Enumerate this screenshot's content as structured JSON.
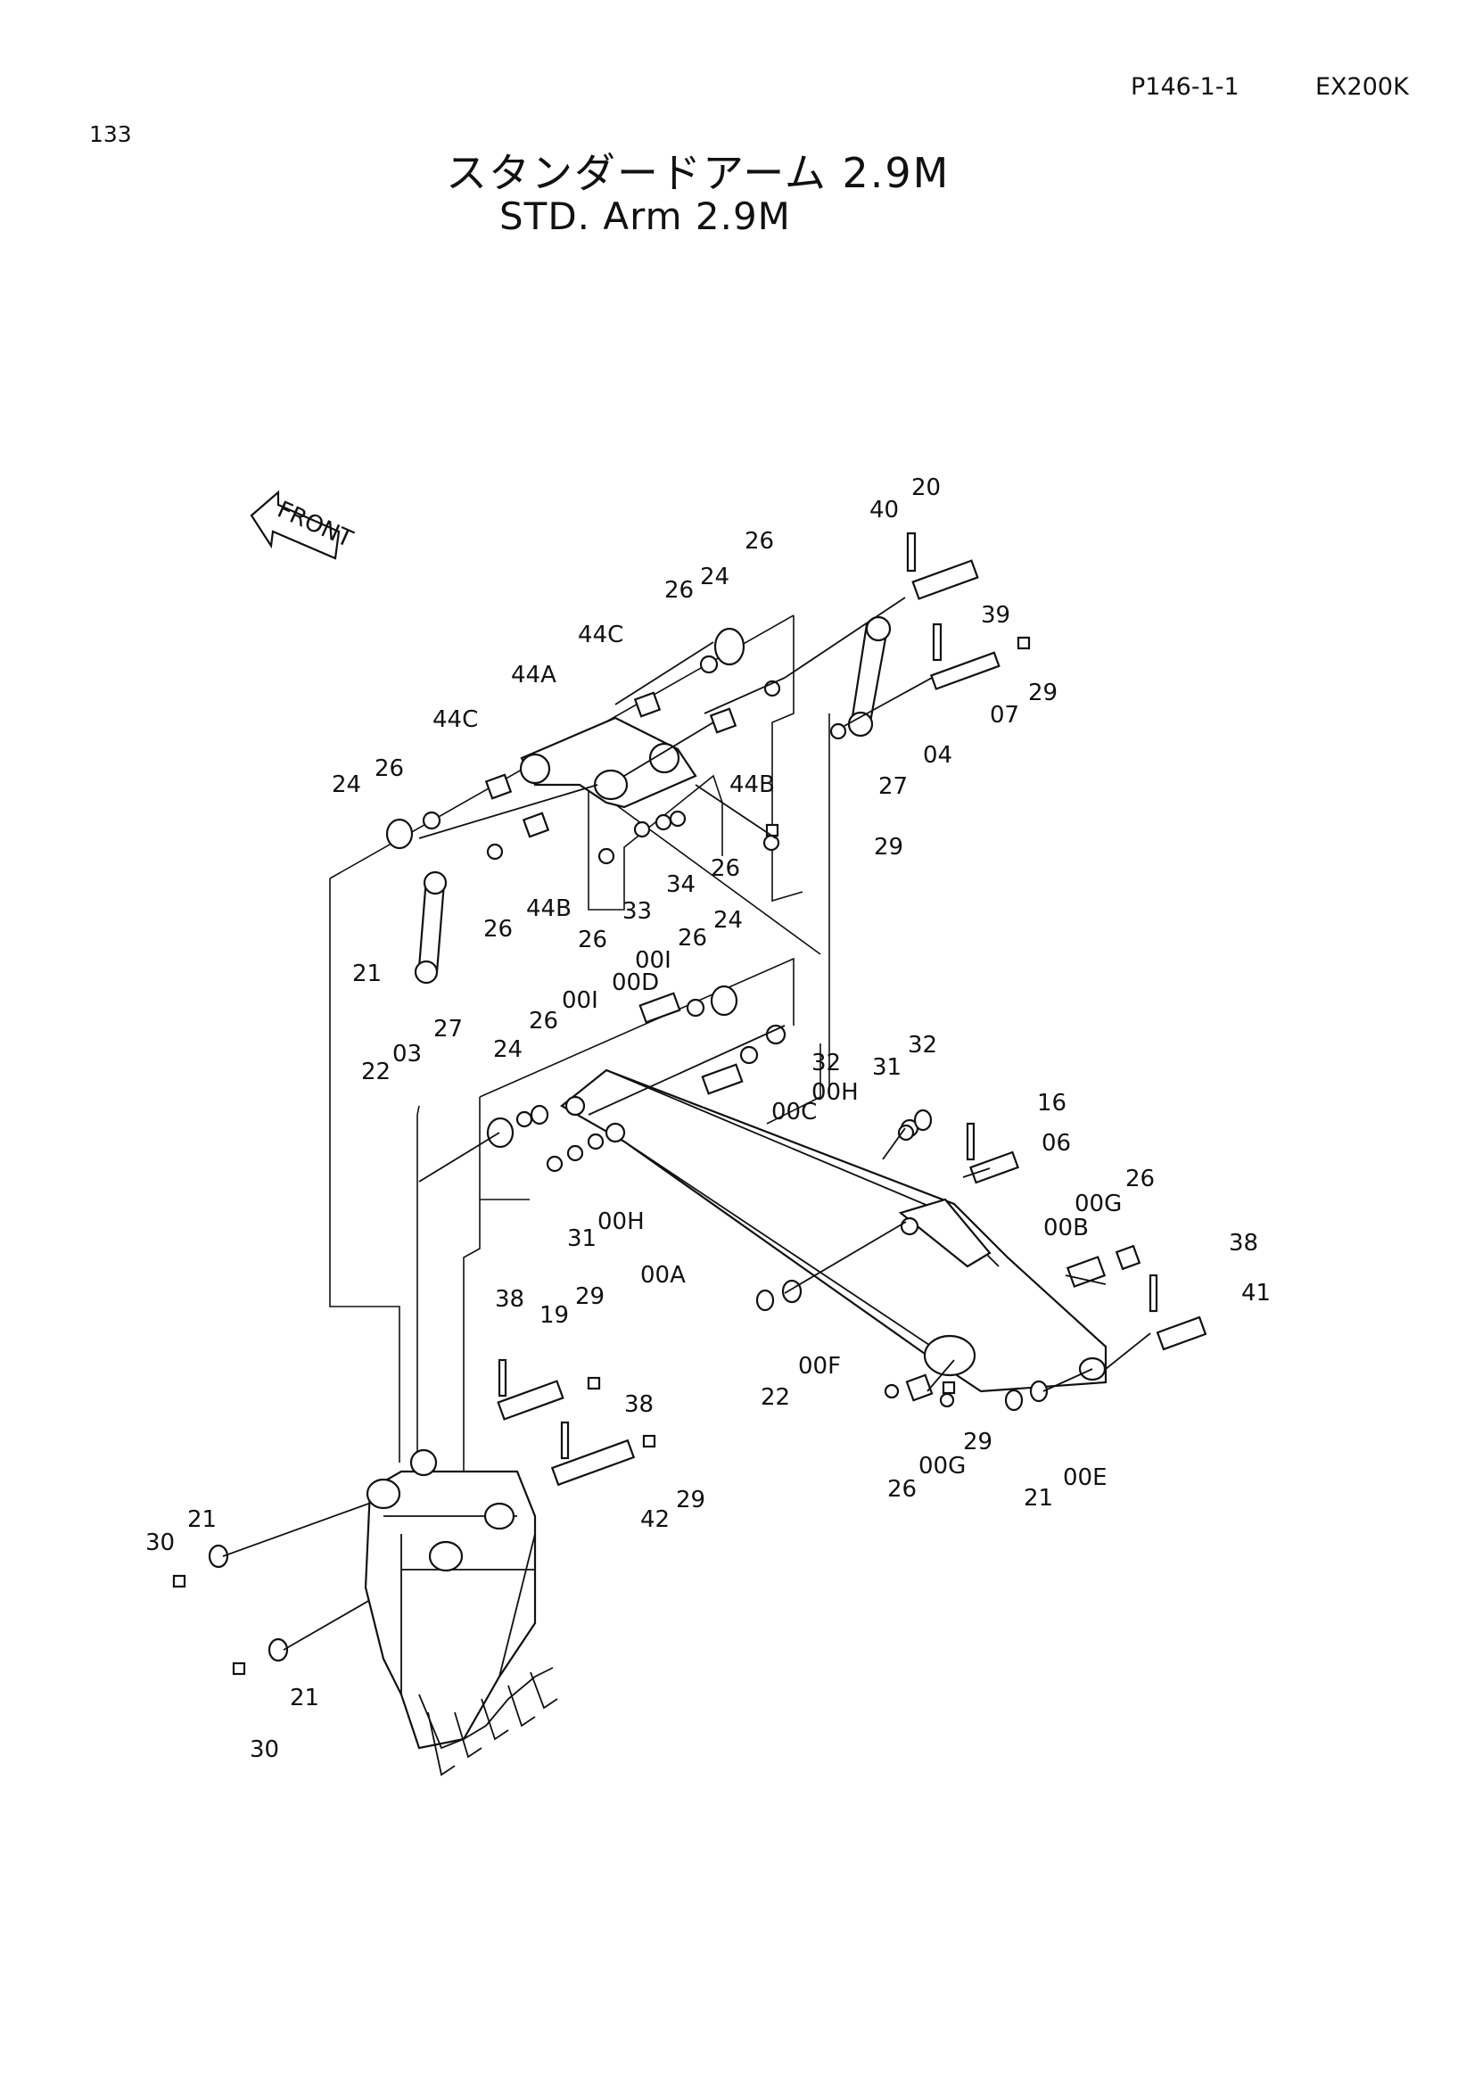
{
  "header": {
    "page_code": "P146-1-1",
    "model": "EX200K",
    "page_number": "133"
  },
  "title": {
    "japanese": "スタンダードアーム 2.9M",
    "english": "STD. Arm 2.9M"
  },
  "front_marker": "FRONT",
  "callouts": [
    "40",
    "20",
    "26",
    "24",
    "26",
    "39",
    "29",
    "07",
    "04",
    "27",
    "44C",
    "44A",
    "44C",
    "26",
    "24",
    "44B",
    "29",
    "26",
    "34",
    "33",
    "26",
    "44B",
    "26",
    "21",
    "03",
    "27",
    "22",
    "26",
    "24",
    "00I",
    "00D",
    "00I",
    "26",
    "24",
    "32",
    "31",
    "32",
    "00C",
    "00H",
    "16",
    "06",
    "31",
    "00H",
    "00A",
    "26",
    "00G",
    "00B",
    "38",
    "41",
    "29",
    "38",
    "19",
    "38",
    "22",
    "00F",
    "29",
    "26",
    "00G",
    "21",
    "00E",
    "42",
    "29",
    "21",
    "30",
    "21",
    "30"
  ]
}
